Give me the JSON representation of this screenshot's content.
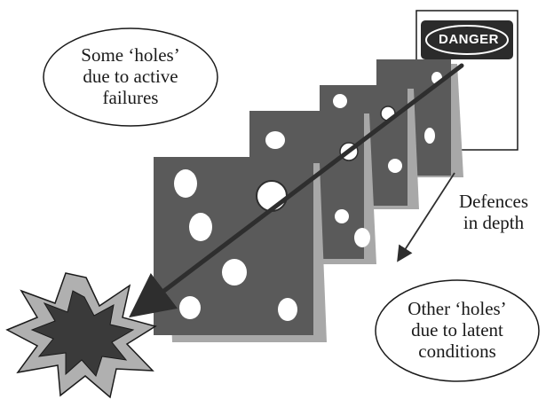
{
  "callouts": {
    "active_failures": [
      "Some ‘holes’",
      "due to active",
      "failures"
    ],
    "latent_conditions": [
      "Other ‘holes’",
      "due to latent",
      "conditions"
    ],
    "defences": [
      "Defences",
      "in depth"
    ]
  },
  "sign": {
    "label": "DANGER"
  },
  "colors": {
    "slice_fill": "#5a5a5a",
    "slice_shadow": "#a8a8a8",
    "hole_fill": "#ffffff",
    "trajectory": "#2e2e2e",
    "sign_fill": "#2b2b2b",
    "burst_outer": "#b0b0b0",
    "burst_inner": "#3a3a3a"
  }
}
